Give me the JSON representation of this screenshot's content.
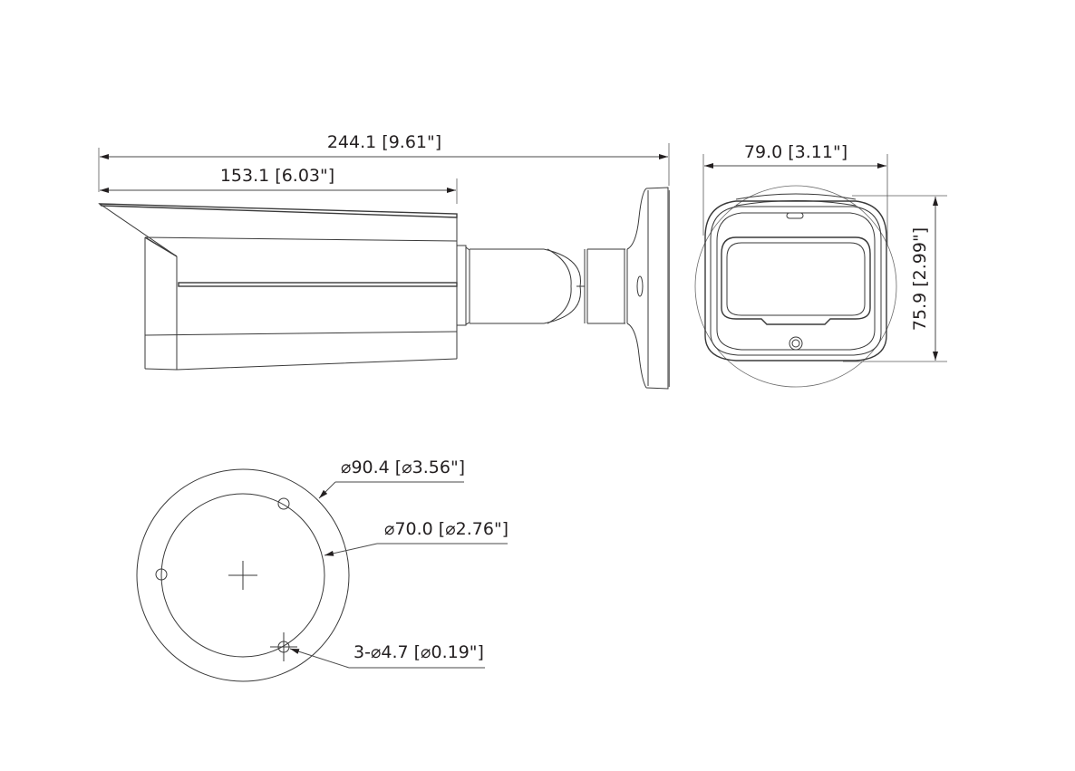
{
  "drawing": {
    "title": "Bullet camera dimension drawing",
    "units": "mm [inch]",
    "line_color": "#3a3a3a",
    "text_color": "#231f20",
    "background": "#ffffff"
  },
  "side_view": {
    "overall_length": "244.1 [9.61\"]",
    "housing_length": "153.1 [6.03\"]"
  },
  "front_view": {
    "width": "79.0 [3.11\"]",
    "height": "75.9 [2.99\"]"
  },
  "base_view": {
    "outer_diameter": "⌀90.4 [⌀3.56\"]",
    "bolt_circle_diameter": "⌀70.0 [⌀2.76\"]",
    "mounting_holes": "3-⌀4.7 [⌀0.19\"]"
  }
}
